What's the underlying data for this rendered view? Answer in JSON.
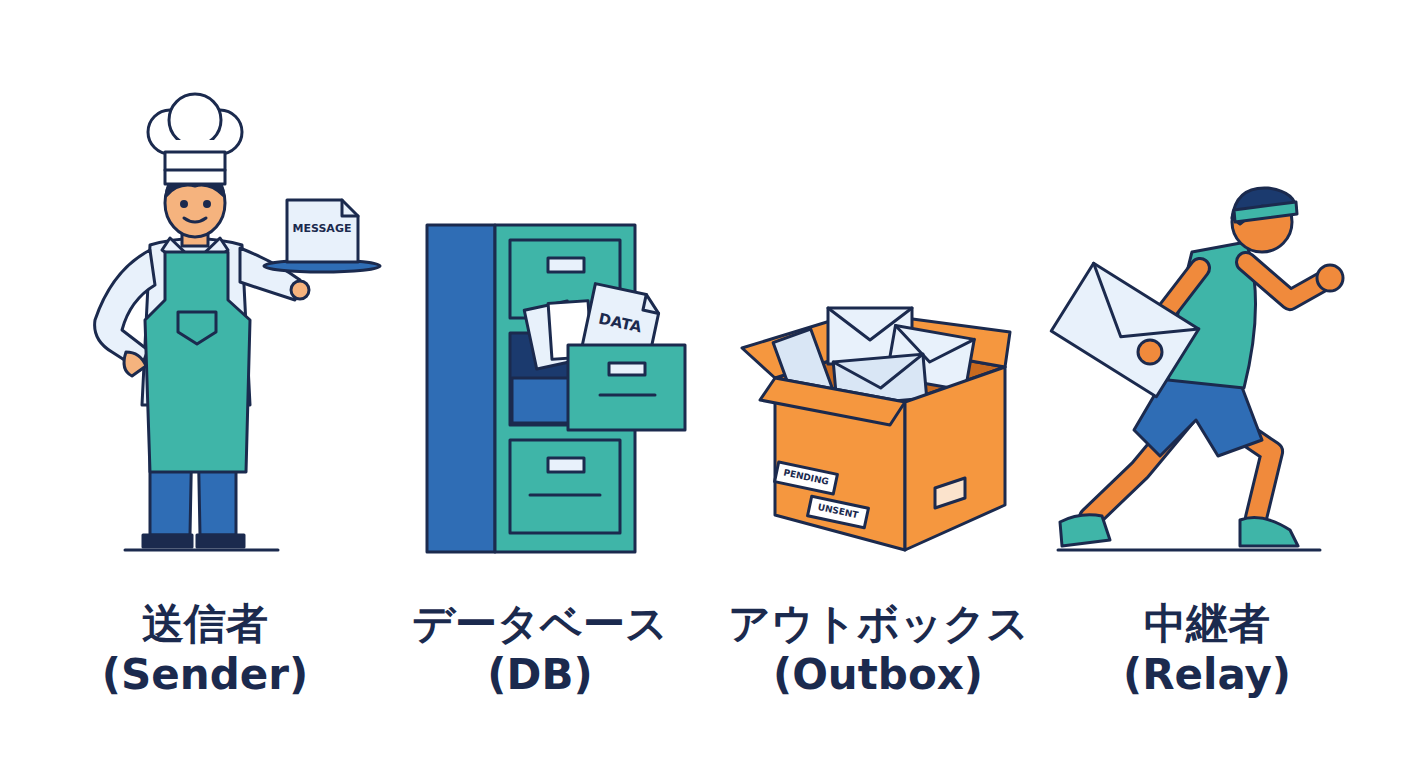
{
  "diagram": {
    "nodes": [
      {
        "text": [
          "MESSAGE",
          "送信者 (Sender)"
        ]
      },
      {
        "text": [
          "DATA",
          "データベース (DB)"
        ]
      },
      {
        "text": [
          "PENDING",
          "UNSENT",
          "アウトボックス (Outbox)"
        ]
      },
      {
        "text": [
          "中継者 (Relay)"
        ]
      }
    ]
  }
}
